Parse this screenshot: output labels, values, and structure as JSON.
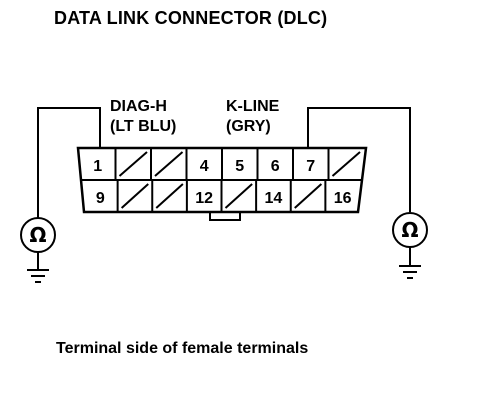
{
  "title": "DATA LINK CONNECTOR (DLC)",
  "labels": {
    "diag_h": "DIAG-H",
    "diag_h_color": "(LT BLU)",
    "k_line": "K-LINE",
    "k_line_color": "(GRY)"
  },
  "pins_top": [
    {
      "label": "1",
      "blank": false
    },
    {
      "label": "",
      "blank": true
    },
    {
      "label": "",
      "blank": true
    },
    {
      "label": "4",
      "blank": false
    },
    {
      "label": "5",
      "blank": false
    },
    {
      "label": "6",
      "blank": false
    },
    {
      "label": "7",
      "blank": false
    },
    {
      "label": "",
      "blank": true
    }
  ],
  "pins_bottom": [
    {
      "label": "9",
      "blank": false
    },
    {
      "label": "",
      "blank": true
    },
    {
      "label": "",
      "blank": true
    },
    {
      "label": "12",
      "blank": false
    },
    {
      "label": "",
      "blank": true
    },
    {
      "label": "14",
      "blank": false
    },
    {
      "label": "",
      "blank": true
    },
    {
      "label": "16",
      "blank": false
    }
  ],
  "meters": {
    "left_symbol": "Ω",
    "right_symbol": "Ω"
  },
  "caption": "Terminal side of female terminals"
}
